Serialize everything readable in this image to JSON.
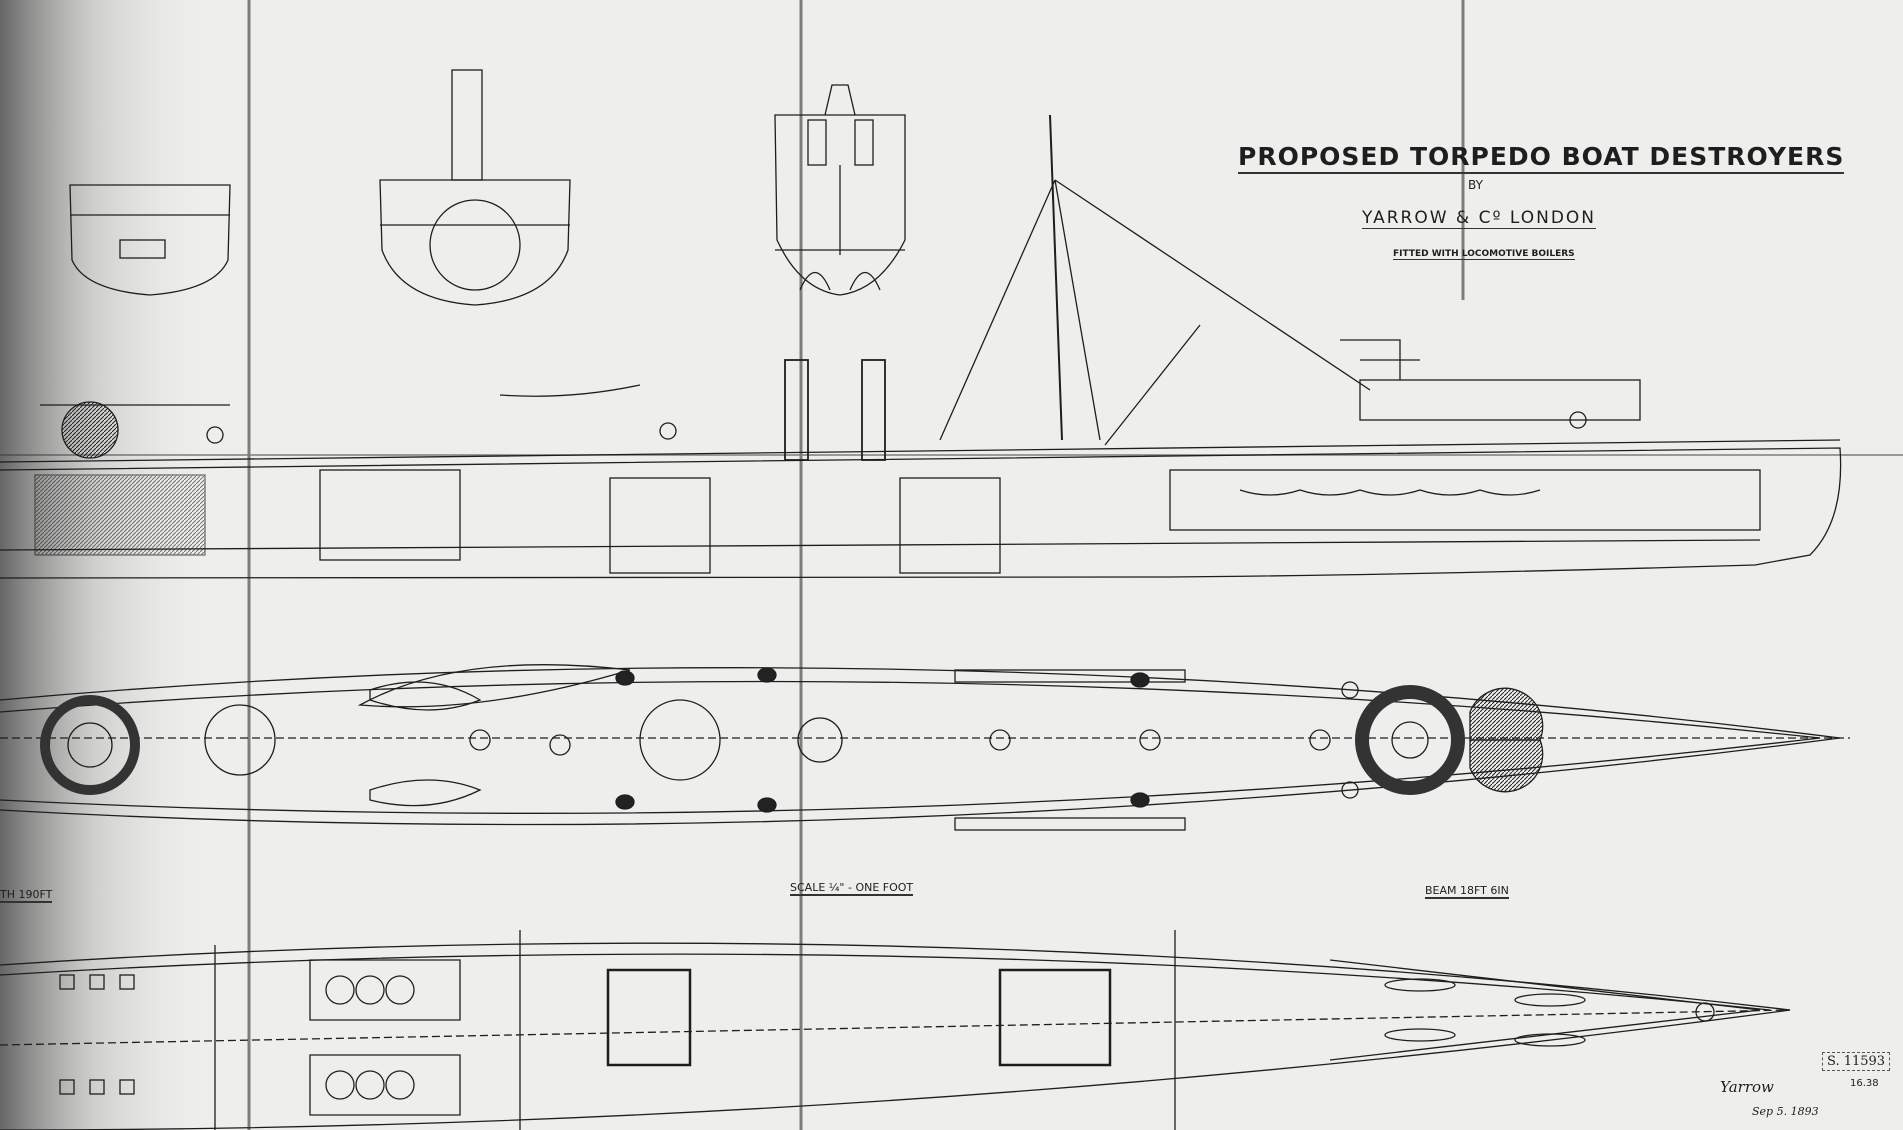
{
  "title": "PROPOSED TORPEDO BOAT DESTROYERS",
  "by": "BY",
  "maker": "YARROW & Cº LONDON",
  "subtitle": "FITTED WITH LOCOMOTIVE BOILERS",
  "scale": "SCALE ¼\" - ONE FOOT",
  "beam": "BEAM 18FT 6IN",
  "length": "TH 190FT",
  "stamp": "S. 11593",
  "stamp_sub": "16.38",
  "signature": "Yarrow",
  "date": "Sep 5. 1893",
  "colors": {
    "paper": "#eeeeec",
    "ink": "#1e1e1e"
  }
}
